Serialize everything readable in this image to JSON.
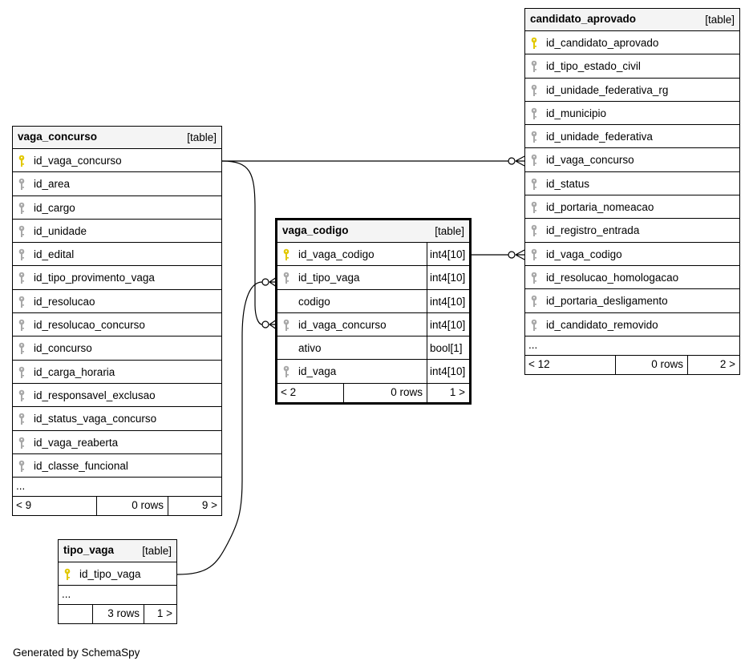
{
  "tables": {
    "vaga_concurso": {
      "name": "vaga_concurso",
      "kind": "[table]",
      "columns": [
        {
          "name": "id_vaga_concurso",
          "key": "primary-key-icon"
        },
        {
          "name": "id_area",
          "key": "foreign-key-icon"
        },
        {
          "name": "id_cargo",
          "key": "foreign-key-icon"
        },
        {
          "name": "id_unidade",
          "key": "foreign-key-icon"
        },
        {
          "name": "id_edital",
          "key": "foreign-key-icon"
        },
        {
          "name": "id_tipo_provimento_vaga",
          "key": "foreign-key-icon"
        },
        {
          "name": "id_resolucao",
          "key": "foreign-key-icon"
        },
        {
          "name": "id_resolucao_concurso",
          "key": "foreign-key-icon"
        },
        {
          "name": "id_concurso",
          "key": "foreign-key-icon"
        },
        {
          "name": "id_carga_horaria",
          "key": "foreign-key-icon"
        },
        {
          "name": "id_responsavel_exclusao",
          "key": "foreign-key-icon"
        },
        {
          "name": "id_status_vaga_concurso",
          "key": "foreign-key-icon"
        },
        {
          "name": "id_vaga_reaberta",
          "key": "foreign-key-icon"
        },
        {
          "name": "id_classe_funcional",
          "key": "foreign-key-icon"
        }
      ],
      "more": "...",
      "footer": {
        "parents": "< 9",
        "rows": "0 rows",
        "children": "9 >"
      }
    },
    "vaga_codigo": {
      "name": "vaga_codigo",
      "kind": "[table]",
      "columns": [
        {
          "name": "id_vaga_codigo",
          "type": "int4[10]",
          "key": "primary-key-icon"
        },
        {
          "name": "id_tipo_vaga",
          "type": "int4[10]",
          "key": "foreign-key-icon"
        },
        {
          "name": "codigo",
          "type": "int4[10]",
          "key": ""
        },
        {
          "name": "id_vaga_concurso",
          "type": "int4[10]",
          "key": "foreign-key-icon"
        },
        {
          "name": "ativo",
          "type": "bool[1]",
          "key": ""
        },
        {
          "name": "id_vaga",
          "type": "int4[10]",
          "key": "foreign-key-icon"
        }
      ],
      "footer": {
        "parents": "< 2",
        "rows": "0 rows",
        "children": "1 >"
      }
    },
    "candidato_aprovado": {
      "name": "candidato_aprovado",
      "kind": "[table]",
      "columns": [
        {
          "name": "id_candidato_aprovado",
          "key": "primary-key-icon"
        },
        {
          "name": "id_tipo_estado_civil",
          "key": "foreign-key-icon"
        },
        {
          "name": "id_unidade_federativa_rg",
          "key": "foreign-key-icon"
        },
        {
          "name": "id_municipio",
          "key": "foreign-key-icon"
        },
        {
          "name": "id_unidade_federativa",
          "key": "foreign-key-icon"
        },
        {
          "name": "id_vaga_concurso",
          "key": "foreign-key-icon"
        },
        {
          "name": "id_status",
          "key": "foreign-key-icon"
        },
        {
          "name": "id_portaria_nomeacao",
          "key": "foreign-key-icon"
        },
        {
          "name": "id_registro_entrada",
          "key": "foreign-key-icon"
        },
        {
          "name": "id_vaga_codigo",
          "key": "foreign-key-icon"
        },
        {
          "name": "id_resolucao_homologacao",
          "key": "foreign-key-icon"
        },
        {
          "name": "id_portaria_desligamento",
          "key": "foreign-key-icon"
        },
        {
          "name": "id_candidato_removido",
          "key": "foreign-key-icon"
        }
      ],
      "more": "...",
      "footer": {
        "parents": "< 12",
        "rows": "0 rows",
        "children": "2 >"
      }
    },
    "tipo_vaga": {
      "name": "tipo_vaga",
      "kind": "[table]",
      "columns": [
        {
          "name": "id_tipo_vaga",
          "key": "primary-key-icon"
        }
      ],
      "more": "...",
      "footer": {
        "parents": "",
        "rows": "3 rows",
        "children": "1 >"
      }
    }
  },
  "colors": {
    "primary_key": "#e2c800",
    "foreign_key": "#a8a8a8",
    "header_bg": "#f4f4f4"
  },
  "generated_by": "Generated by SchemaSpy"
}
